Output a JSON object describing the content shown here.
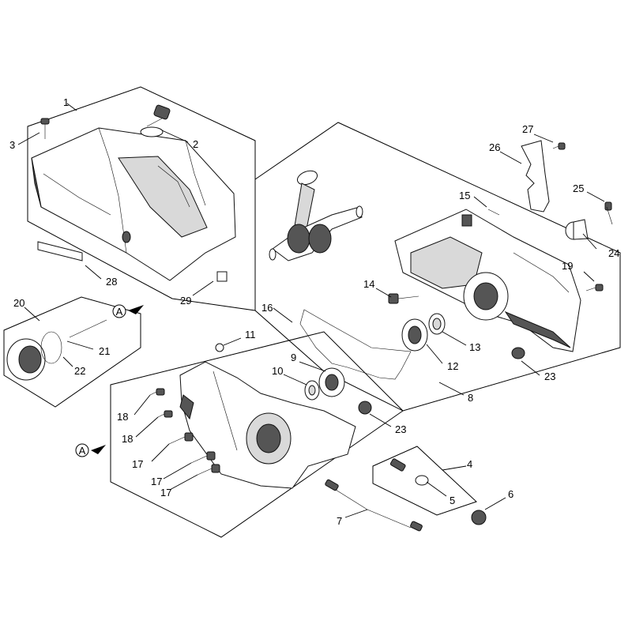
{
  "diagram": {
    "callouts": [
      {
        "id": "1",
        "text": "1"
      },
      {
        "id": "2",
        "text": "2"
      },
      {
        "id": "3",
        "text": "3"
      },
      {
        "id": "4",
        "text": "4"
      },
      {
        "id": "5",
        "text": "5"
      },
      {
        "id": "6",
        "text": "6"
      },
      {
        "id": "7",
        "text": "7"
      },
      {
        "id": "8",
        "text": "8"
      },
      {
        "id": "9",
        "text": "9"
      },
      {
        "id": "10",
        "text": "10"
      },
      {
        "id": "11",
        "text": "11"
      },
      {
        "id": "12",
        "text": "12"
      },
      {
        "id": "13",
        "text": "13"
      },
      {
        "id": "14",
        "text": "14"
      },
      {
        "id": "15",
        "text": "15"
      },
      {
        "id": "16",
        "text": "16"
      },
      {
        "id": "17a",
        "text": "17"
      },
      {
        "id": "17b",
        "text": "17"
      },
      {
        "id": "17c",
        "text": "17"
      },
      {
        "id": "18a",
        "text": "18"
      },
      {
        "id": "18b",
        "text": "18"
      },
      {
        "id": "19",
        "text": "19"
      },
      {
        "id": "20",
        "text": "20"
      },
      {
        "id": "21",
        "text": "21"
      },
      {
        "id": "22",
        "text": "22"
      },
      {
        "id": "23a",
        "text": "23"
      },
      {
        "id": "23b",
        "text": "23"
      },
      {
        "id": "24",
        "text": "24"
      },
      {
        "id": "25",
        "text": "25"
      },
      {
        "id": "26",
        "text": "26"
      },
      {
        "id": "27",
        "text": "27"
      },
      {
        "id": "28",
        "text": "28"
      },
      {
        "id": "29",
        "text": "29"
      }
    ],
    "ref_marks": [
      {
        "id": "refA1",
        "text": "A"
      },
      {
        "id": "refA2",
        "text": "A"
      }
    ]
  }
}
